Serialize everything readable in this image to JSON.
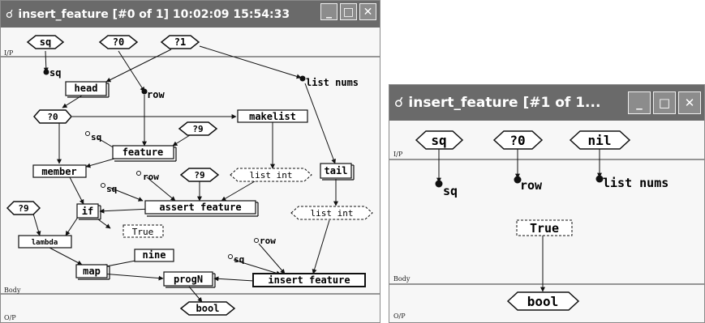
{
  "window1": {
    "title": "insert_feature [#0 of 1]  10:02:09 15:54:33",
    "sections": {
      "input": "I/P",
      "body": "Body",
      "output": "O/P"
    },
    "inputs": [
      "sq",
      "?0",
      "?1"
    ],
    "output": "bool",
    "nodes": {
      "head": "head",
      "makelist": "makelist",
      "feature": "feature",
      "member": "member",
      "tail": "tail",
      "if": "if",
      "assert_feature": "assert feature",
      "lambda": "lambda",
      "map": "map",
      "nine": "nine",
      "progN": "progN",
      "insert_feature": "insert feature"
    },
    "hex_values": {
      "h0": "?0",
      "h9a": "?9",
      "h9b": "?9",
      "h9c": "?9"
    },
    "constants": {
      "list_int_1": "list int",
      "list_int_2": "list int",
      "true": "True"
    },
    "labels": {
      "sq_out": "sq",
      "row_out": "row",
      "list_nums": "list nums",
      "sq1": "sq",
      "row1": "row",
      "sq2": "sq",
      "row2": "row",
      "sq3": "sq"
    }
  },
  "window2": {
    "title": "insert_feature [#1 of 1...",
    "sections": {
      "input": "I/P",
      "body": "Body",
      "output": "O/P"
    },
    "inputs": [
      "sq",
      "?0",
      "nil"
    ],
    "output": "bool",
    "labels": {
      "sq": "sq",
      "row": "row",
      "list_nums": "list nums"
    },
    "constants": {
      "true": "True"
    }
  },
  "window_buttons": {
    "minimize": "_",
    "maximize": "□",
    "close": "✕"
  },
  "colors": {
    "titlebar": "#6a6a6a",
    "canvas": "#f7f7f7",
    "stroke": "#111111"
  },
  "icons": [
    "app-eye-icon",
    "minimize-icon",
    "maximize-icon",
    "close-icon"
  ]
}
